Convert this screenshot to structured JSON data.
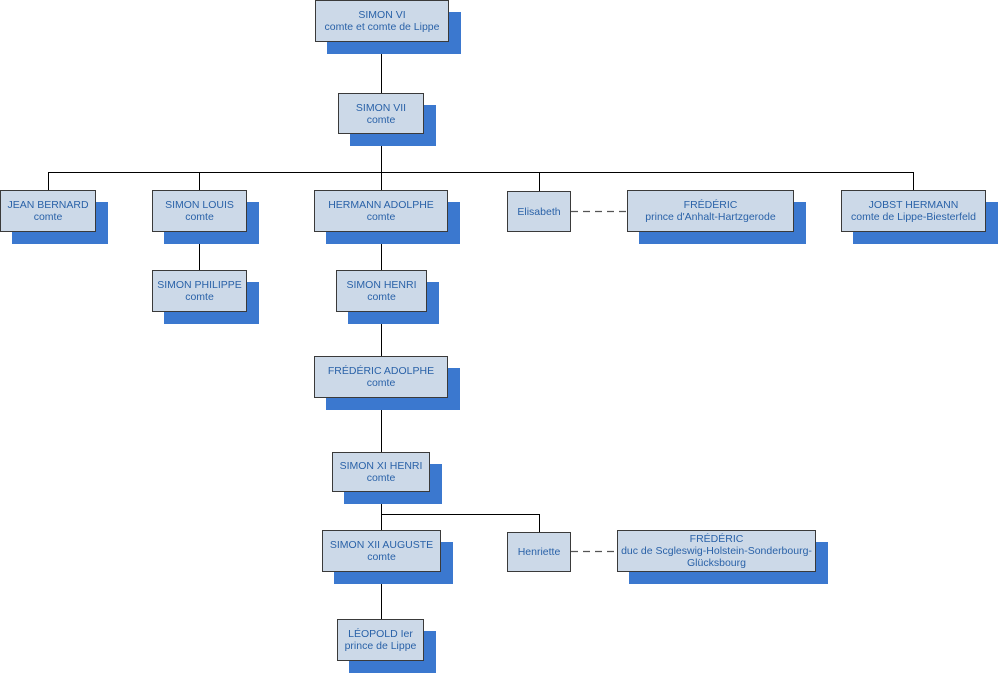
{
  "colors": {
    "box_fill": "#ccd9e8",
    "box_border": "#3a3a3a",
    "shadow": "#3b78cf",
    "text": "#2a62a8",
    "line": "#000000"
  },
  "nodes": {
    "simon6": {
      "name": "SIMON VI",
      "title": "comte et comte de Lippe"
    },
    "simon7": {
      "name": "SIMON VII",
      "title": "comte"
    },
    "jeanb": {
      "name": "JEAN BERNARD",
      "title": "comte"
    },
    "simonl": {
      "name": "SIMON LOUIS",
      "title": "comte"
    },
    "hermanna": {
      "name": "HERMANN ADOLPHE",
      "title": "comte"
    },
    "elisabeth": {
      "name": "Elisabeth",
      "title": ""
    },
    "fred1": {
      "name": "FRÉDÉRIC",
      "title": "prince d'Anhalt-Hartzgerode"
    },
    "jobsth": {
      "name": "JOBST HERMANN",
      "title": "comte de Lippe-Biesterfeld"
    },
    "simonp": {
      "name": "SIMON PHILIPPE",
      "title": "comte"
    },
    "simonh": {
      "name": "SIMON HENRI",
      "title": "comte"
    },
    "freda": {
      "name": "FRÉDÉRIC ADOLPHE",
      "title": "comte"
    },
    "simon11": {
      "name": "SIMON XI HENRI",
      "title": "comte"
    },
    "simon12": {
      "name": "SIMON XII AUGUSTE",
      "title": "comte"
    },
    "henriette": {
      "name": "Henriette",
      "title": ""
    },
    "fred2": {
      "name": "FRÉDÉRIC",
      "title": "duc de Scgleswig-Holstein-Sonderbourg-Glücksbourg"
    },
    "leopold": {
      "name": "LÉOPOLD Ier",
      "title": "prince de Lippe"
    }
  }
}
